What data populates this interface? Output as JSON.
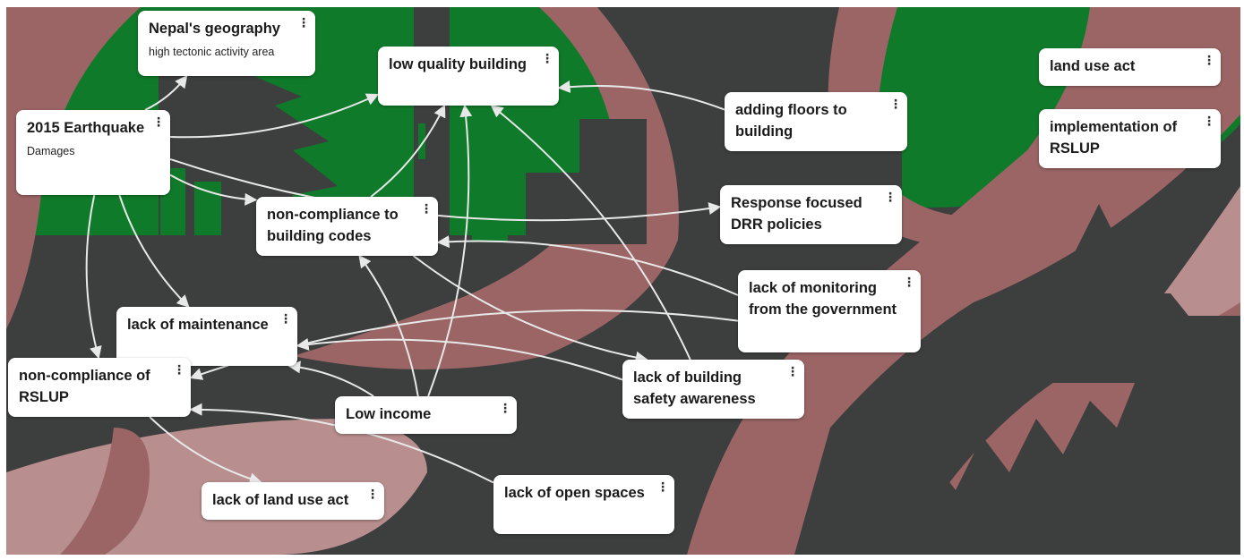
{
  "nodes": {
    "nepal_geography": {
      "title": "Nepal's geography",
      "subtitle": "high tectonic activity area"
    },
    "low_quality_building": {
      "title": "low quality building"
    },
    "earthquake_2015": {
      "title": "2015 Earthquake",
      "subtitle": "Damages"
    },
    "adding_floors": {
      "title": "adding floors to building"
    },
    "land_use_act": {
      "title": "land use act"
    },
    "implementation_rslup": {
      "title": "implementation of RSLUP"
    },
    "noncompliance_codes": {
      "title": "non-compliance to building codes"
    },
    "response_drr": {
      "title": "Response focused DRR policies"
    },
    "lack_monitoring": {
      "title": "lack of monitoring from the government"
    },
    "lack_maintenance": {
      "title": "lack of maintenance"
    },
    "noncompliance_rslup": {
      "title": "non-compliance of RSLUP"
    },
    "lack_safety_awareness": {
      "title": "lack of building safety awareness"
    },
    "low_income": {
      "title": "Low income"
    },
    "lack_land_use_act": {
      "title": "lack of land use act"
    },
    "lack_open_spaces": {
      "title": "lack of open spaces"
    }
  },
  "edges": [
    {
      "from": "earthquake_2015",
      "to": "nepal_geography"
    },
    {
      "from": "earthquake_2015",
      "to": "low_quality_building"
    },
    {
      "from": "earthquake_2015",
      "to": "noncompliance_codes"
    },
    {
      "from": "earthquake_2015",
      "to": "response_drr"
    },
    {
      "from": "earthquake_2015",
      "to": "lack_maintenance"
    },
    {
      "from": "earthquake_2015",
      "to": "noncompliance_rslup"
    },
    {
      "from": "adding_floors",
      "to": "low_quality_building"
    },
    {
      "from": "noncompliance_codes",
      "to": "low_quality_building"
    },
    {
      "from": "low_income",
      "to": "low_quality_building"
    },
    {
      "from": "lack_safety_awareness",
      "to": "low_quality_building"
    },
    {
      "from": "lack_monitoring",
      "to": "noncompliance_codes"
    },
    {
      "from": "low_income",
      "to": "noncompliance_codes"
    },
    {
      "from": "lack_monitoring",
      "to": "noncompliance_rslup"
    },
    {
      "from": "lack_safety_awareness",
      "to": "lack_maintenance"
    },
    {
      "from": "noncompliance_codes",
      "to": "lack_safety_awareness"
    },
    {
      "from": "lack_open_spaces",
      "to": "noncompliance_rslup"
    },
    {
      "from": "noncompliance_rslup",
      "to": "lack_land_use_act"
    },
    {
      "from": "low_income",
      "to": "lack_maintenance"
    }
  ],
  "colors": {
    "backdrop_dark": "#3d3e3e",
    "backdrop_green": "#0f7a2a",
    "backdrop_mauve": "#9b6565",
    "backdrop_light_mauve": "#b88e8e",
    "edge": "#e8e8e8",
    "node_bg": "#ffffff"
  }
}
